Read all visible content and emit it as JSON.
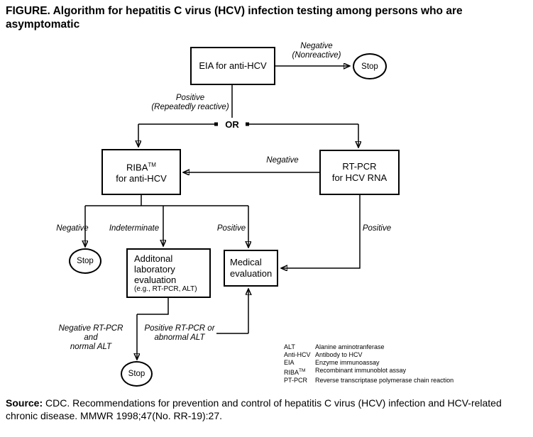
{
  "title": "FIGURE. Algorithm for hepatitis C virus (HCV) infection testing among persons who are asymptomatic",
  "colors": {
    "line": "#000000",
    "background": "#ffffff",
    "text": "#000000"
  },
  "nodes": {
    "eia": {
      "label": "EIA for anti-HCV"
    },
    "riba": {
      "name": "RIBA",
      "sup": "TM",
      "line2": "for anti-HCV"
    },
    "rtpcr": {
      "line1": "RT-PCR",
      "line2": "for HCV RNA"
    },
    "addlab": {
      "line1": "Additonal",
      "line2": "laboratory",
      "line3": "evaluation",
      "line4": "(e.g., RT-PCR, ALT)"
    },
    "medeval": {
      "line1": "Medical",
      "line2": "evaluation"
    },
    "stop_top": {
      "label": "Stop"
    },
    "stop_mid": {
      "label": "Stop"
    },
    "stop_bottom": {
      "label": "Stop"
    }
  },
  "edge_labels": {
    "negative_nonreactive_line1": "Negative",
    "negative_nonreactive_line2": "(Nonreactive)",
    "positive_repeatedly_line1": "Positive",
    "positive_repeatedly_line2": "(Repeatedly reactive)",
    "or": "OR",
    "rtpcr_negative": "Negative",
    "riba_negative": "Negative",
    "riba_indeterminate": "Indeterminate",
    "riba_positive": "Positive",
    "rtpcr_positive": "Positive",
    "neg_rtpcr_line1": "Negative RT-PCR and",
    "neg_rtpcr_line2": "normal ALT",
    "pos_rtpcr_line1": "Positive RT-PCR or",
    "pos_rtpcr_line2": "abnormal ALT"
  },
  "legend": {
    "items": [
      {
        "term": "ALT",
        "term_sup": "",
        "definition": "Alanine aminotranferase"
      },
      {
        "term": "Anti-HCV",
        "term_sup": "",
        "definition": "Antibody to HCV"
      },
      {
        "term": "EIA",
        "term_sup": "",
        "definition": "Enzyme immunoassay"
      },
      {
        "term": "RIBA",
        "term_sup": "TM",
        "definition": "Recombinant immunoblot assay"
      },
      {
        "term": "PT-PCR",
        "term_sup": "",
        "definition": "Reverse transcriptase polymerase chain reaction"
      }
    ]
  },
  "source": {
    "label": "Source:",
    "text": " CDC. Recommendations for prevention and control of hepatitis C virus (HCV) infection and HCV-related chronic disease. MMWR 1998;47(No. RR-19):27."
  }
}
